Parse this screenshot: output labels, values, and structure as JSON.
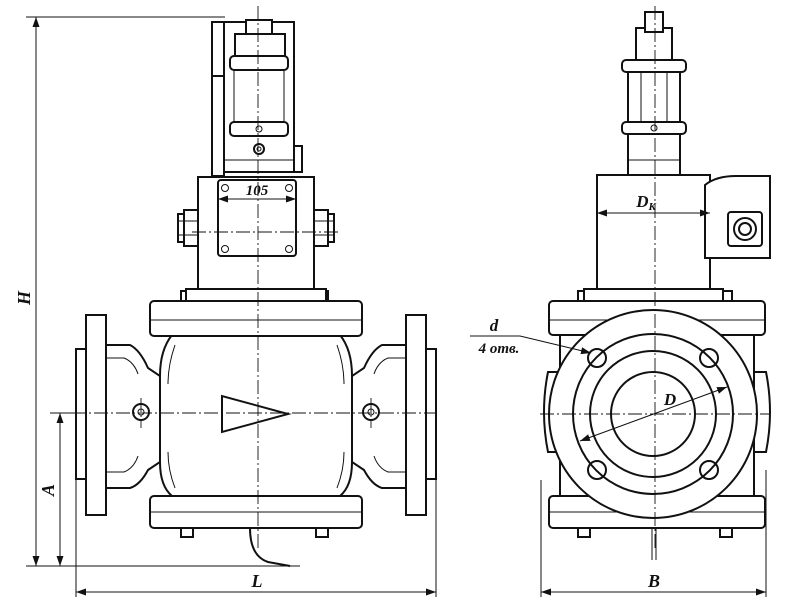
{
  "labels": {
    "height": "H",
    "axis_height": "A",
    "length": "L",
    "width": "B",
    "box_width": "105",
    "coupling_diameter_main": "D",
    "coupling_diameter_sub": "K",
    "bolt_hole_diameter": "d",
    "bolt_holes": "4 отв.",
    "bore_diameter": "D"
  }
}
